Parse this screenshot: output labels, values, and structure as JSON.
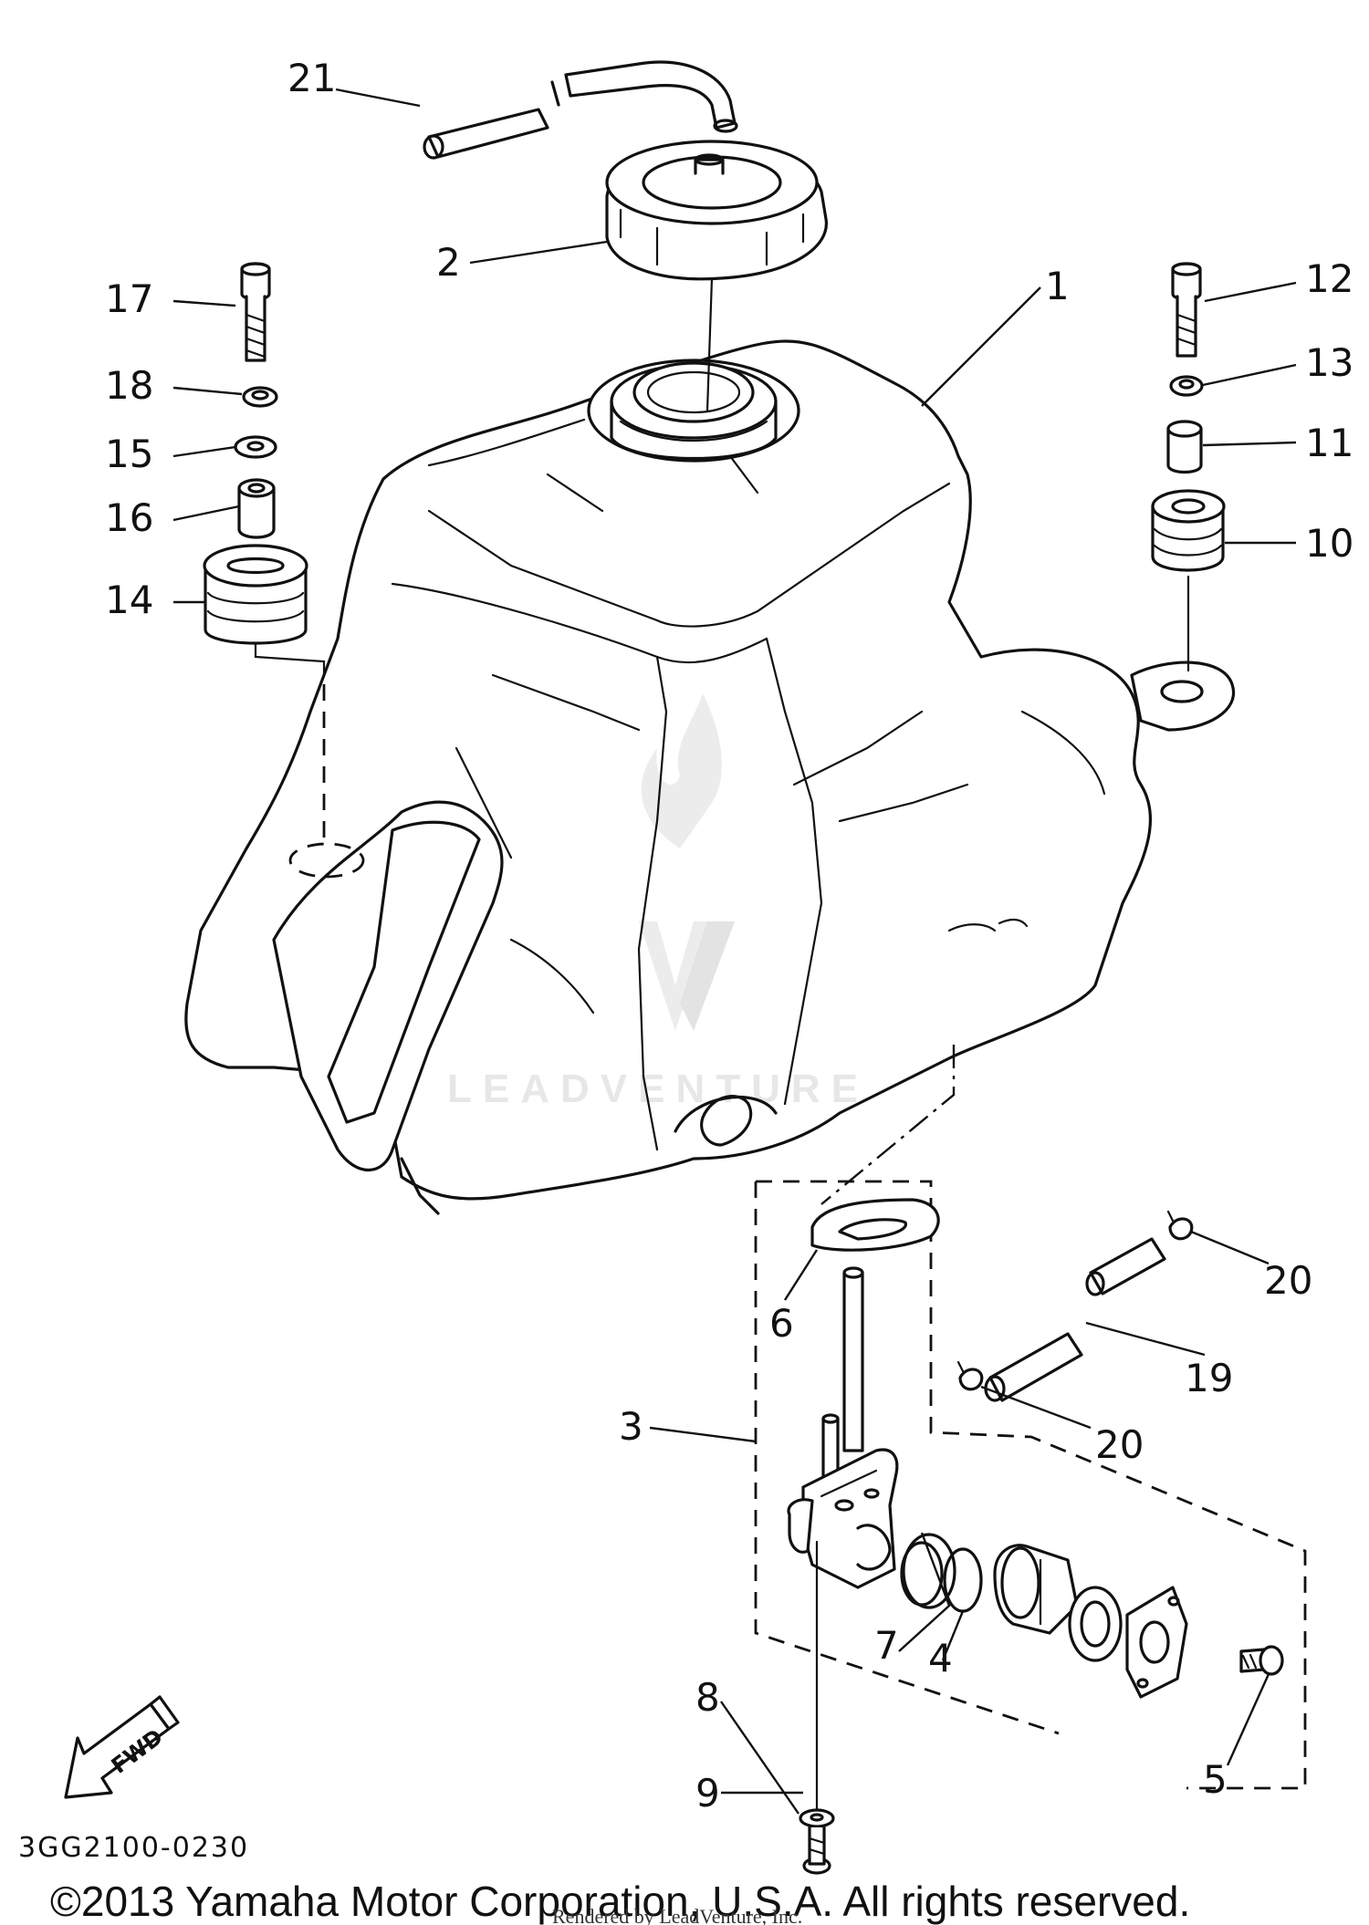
{
  "diagram": {
    "part_code": "3GG2100-0230",
    "copyright": "©2013 Yamaha Motor Corporation, U.S.A. All rights reserved.",
    "rendered_by": "Rendered by LeadVenture, Inc.",
    "watermark_text": "LEADVENTURE",
    "direction_label": "FWD",
    "callouts": [
      "1",
      "2",
      "3",
      "4",
      "5",
      "6",
      "7",
      "8",
      "9",
      "10",
      "11",
      "12",
      "13",
      "14",
      "15",
      "16",
      "17",
      "18",
      "19",
      "20",
      "20",
      "21"
    ]
  }
}
